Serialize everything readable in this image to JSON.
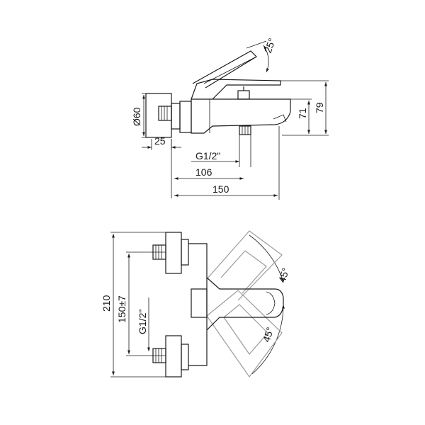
{
  "dimensions": {
    "angle_top": "25°",
    "diameter": "Ø60",
    "d25": "25",
    "thread_top": "G1/2\"",
    "d106": "106",
    "d150": "150",
    "d71": "71",
    "d79": "79",
    "d210": "210",
    "d150tol": "150±7",
    "thread_bottom": "G1/2\"",
    "angle_45a": "45°",
    "angle_45b": "45°"
  }
}
